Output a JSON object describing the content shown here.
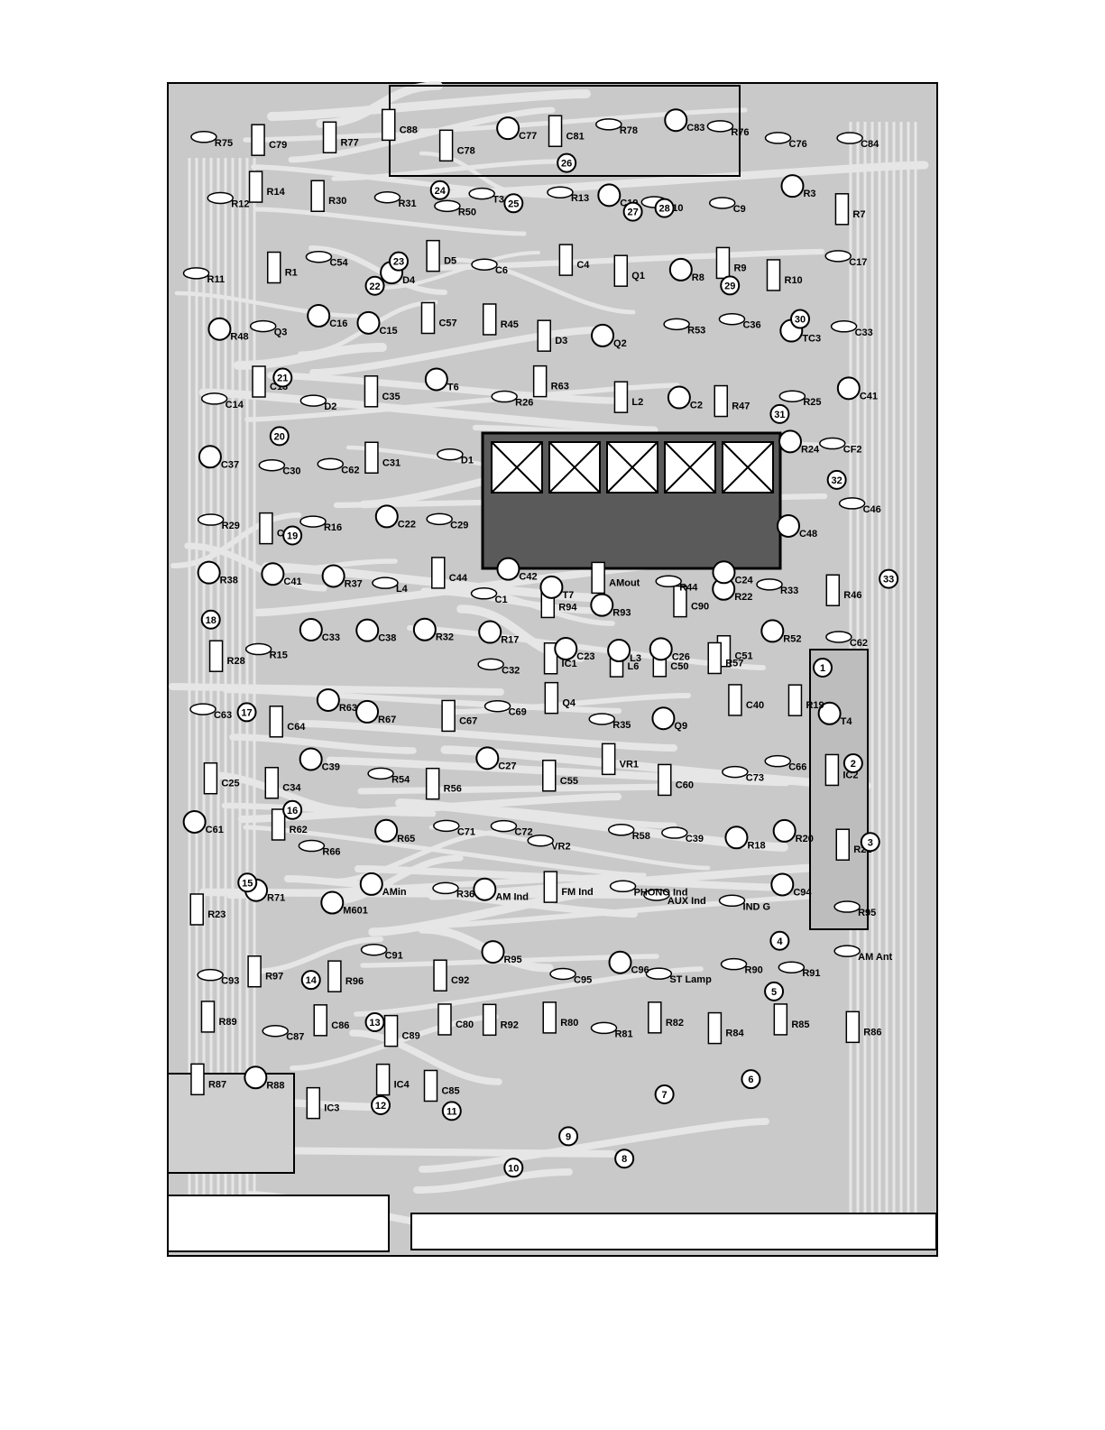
{
  "diagram": {
    "colors": {
      "paper": "#ffffff",
      "copper": "#c9c9c9",
      "trace": "#e6e6e6",
      "ink": "#000000",
      "shadow": "#5a5a5a"
    },
    "components": [
      "R75",
      "C79",
      "R77",
      "C88",
      "C78",
      "C77",
      "C81",
      "R78",
      "C83",
      "R76",
      "C76",
      "C84",
      "R12",
      "R14",
      "R30",
      "R31",
      "R50",
      "T3",
      "R13",
      "C19",
      "C10",
      "C9",
      "R3",
      "R7",
      "R11",
      "R1",
      "C54",
      "D4",
      "D5",
      "C6",
      "C4",
      "Q1",
      "R8",
      "R9",
      "R10",
      "C17",
      "R48",
      "Q3",
      "C16",
      "C15",
      "C57",
      "R45",
      "D3",
      "Q2",
      "R53",
      "C36",
      "TC3",
      "C33",
      "C14",
      "C13",
      "D2",
      "C35",
      "T6",
      "R26",
      "R63",
      "L2",
      "C2",
      "R47",
      "R25",
      "C41",
      "C37",
      "C30",
      "C62",
      "C31",
      "D1",
      "C1",
      "R94",
      "R93",
      "C90",
      "R22",
      "R24",
      "CF2",
      "R29",
      "C21",
      "R16",
      "C22",
      "C29",
      "C32",
      "IC1",
      "L6",
      "C50",
      "C51",
      "C48",
      "C46",
      "R38",
      "C41",
      "R37",
      "L4",
      "C44",
      "C42",
      "T7",
      "AMout",
      "R44",
      "C24",
      "R33",
      "R46",
      "R28",
      "R15",
      "C33",
      "C38",
      "R32",
      "R17",
      "C23",
      "L3",
      "C26",
      "R57",
      "R52",
      "C62",
      "C63",
      "C64",
      "R63",
      "R67",
      "C67",
      "C69",
      "Q4",
      "R35",
      "Q9",
      "C40",
      "R19",
      "T4",
      "C25",
      "C34",
      "C39",
      "R54",
      "R56",
      "C27",
      "C55",
      "VR1",
      "C60",
      "C73",
      "C66",
      "IC2",
      "C61",
      "R62",
      "R66",
      "R65",
      "C71",
      "C72",
      "VR2",
      "R58",
      "C39",
      "R18",
      "R20",
      "R21",
      "R23",
      "R71",
      "M601",
      "AMin",
      "R36",
      "AM Ind",
      "FM Ind",
      "PHONO Ind",
      "AUX Ind",
      "IND G",
      "C94",
      "R95",
      "C93",
      "R97",
      "R96",
      "C91",
      "C92",
      "R95",
      "C95",
      "C96",
      "ST Lamp",
      "R90",
      "R91",
      "AM Ant",
      "R89",
      "C87",
      "C86",
      "C89",
      "C80",
      "R92",
      "R80",
      "R81",
      "R82",
      "R84",
      "R85",
      "R86",
      "R87",
      "R88",
      "IC3",
      "IC4",
      "C85"
    ],
    "terminals": [
      "1",
      "2",
      "3",
      "4",
      "5",
      "6",
      "7",
      "8",
      "9",
      "10",
      "11",
      "12",
      "13",
      "14",
      "15",
      "16",
      "17",
      "18",
      "19",
      "20",
      "21",
      "22",
      "23",
      "24",
      "25",
      "26",
      "27",
      "28",
      "29",
      "30",
      "31",
      "32",
      "33"
    ]
  }
}
